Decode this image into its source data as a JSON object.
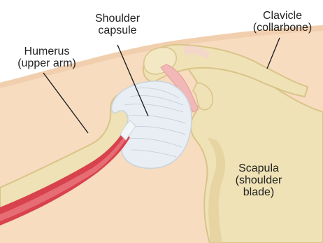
{
  "labels": {
    "humerus": {
      "line1": "Humerus",
      "line2": "(upper arm)"
    },
    "capsule": {
      "line1": "Shoulder",
      "line2": "capsule"
    },
    "clavicle": {
      "line1": "Clavicle",
      "line2": "(collarbone)"
    },
    "scapula": {
      "line1": "Scapula",
      "line2": "(shoulder",
      "line3": "blade)"
    }
  },
  "colors": {
    "skin": "#f7dcc0",
    "bone": "#efe2b6",
    "bone_shadow": "#d9c489",
    "capsule": "#e8eef3",
    "muscle": "#d8424c",
    "ligament": "#f2b8b8",
    "leader_line": "#222222"
  }
}
